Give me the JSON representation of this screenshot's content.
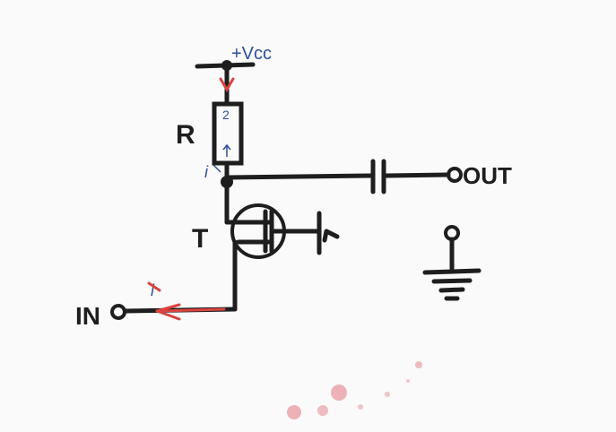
{
  "labels": {
    "vcc": "+Vcc",
    "resistor": "R",
    "resistor_pin": "2",
    "transistor": "T",
    "output": "OUT",
    "input": "IN",
    "current_top": "i",
    "current_in": "i"
  },
  "colors": {
    "ink": "#1e1e1e",
    "blue_ink": "#2b4f9e",
    "red_ink": "#d9443f",
    "paper": "#fafafa",
    "splatter": "#e8a0a8"
  }
}
